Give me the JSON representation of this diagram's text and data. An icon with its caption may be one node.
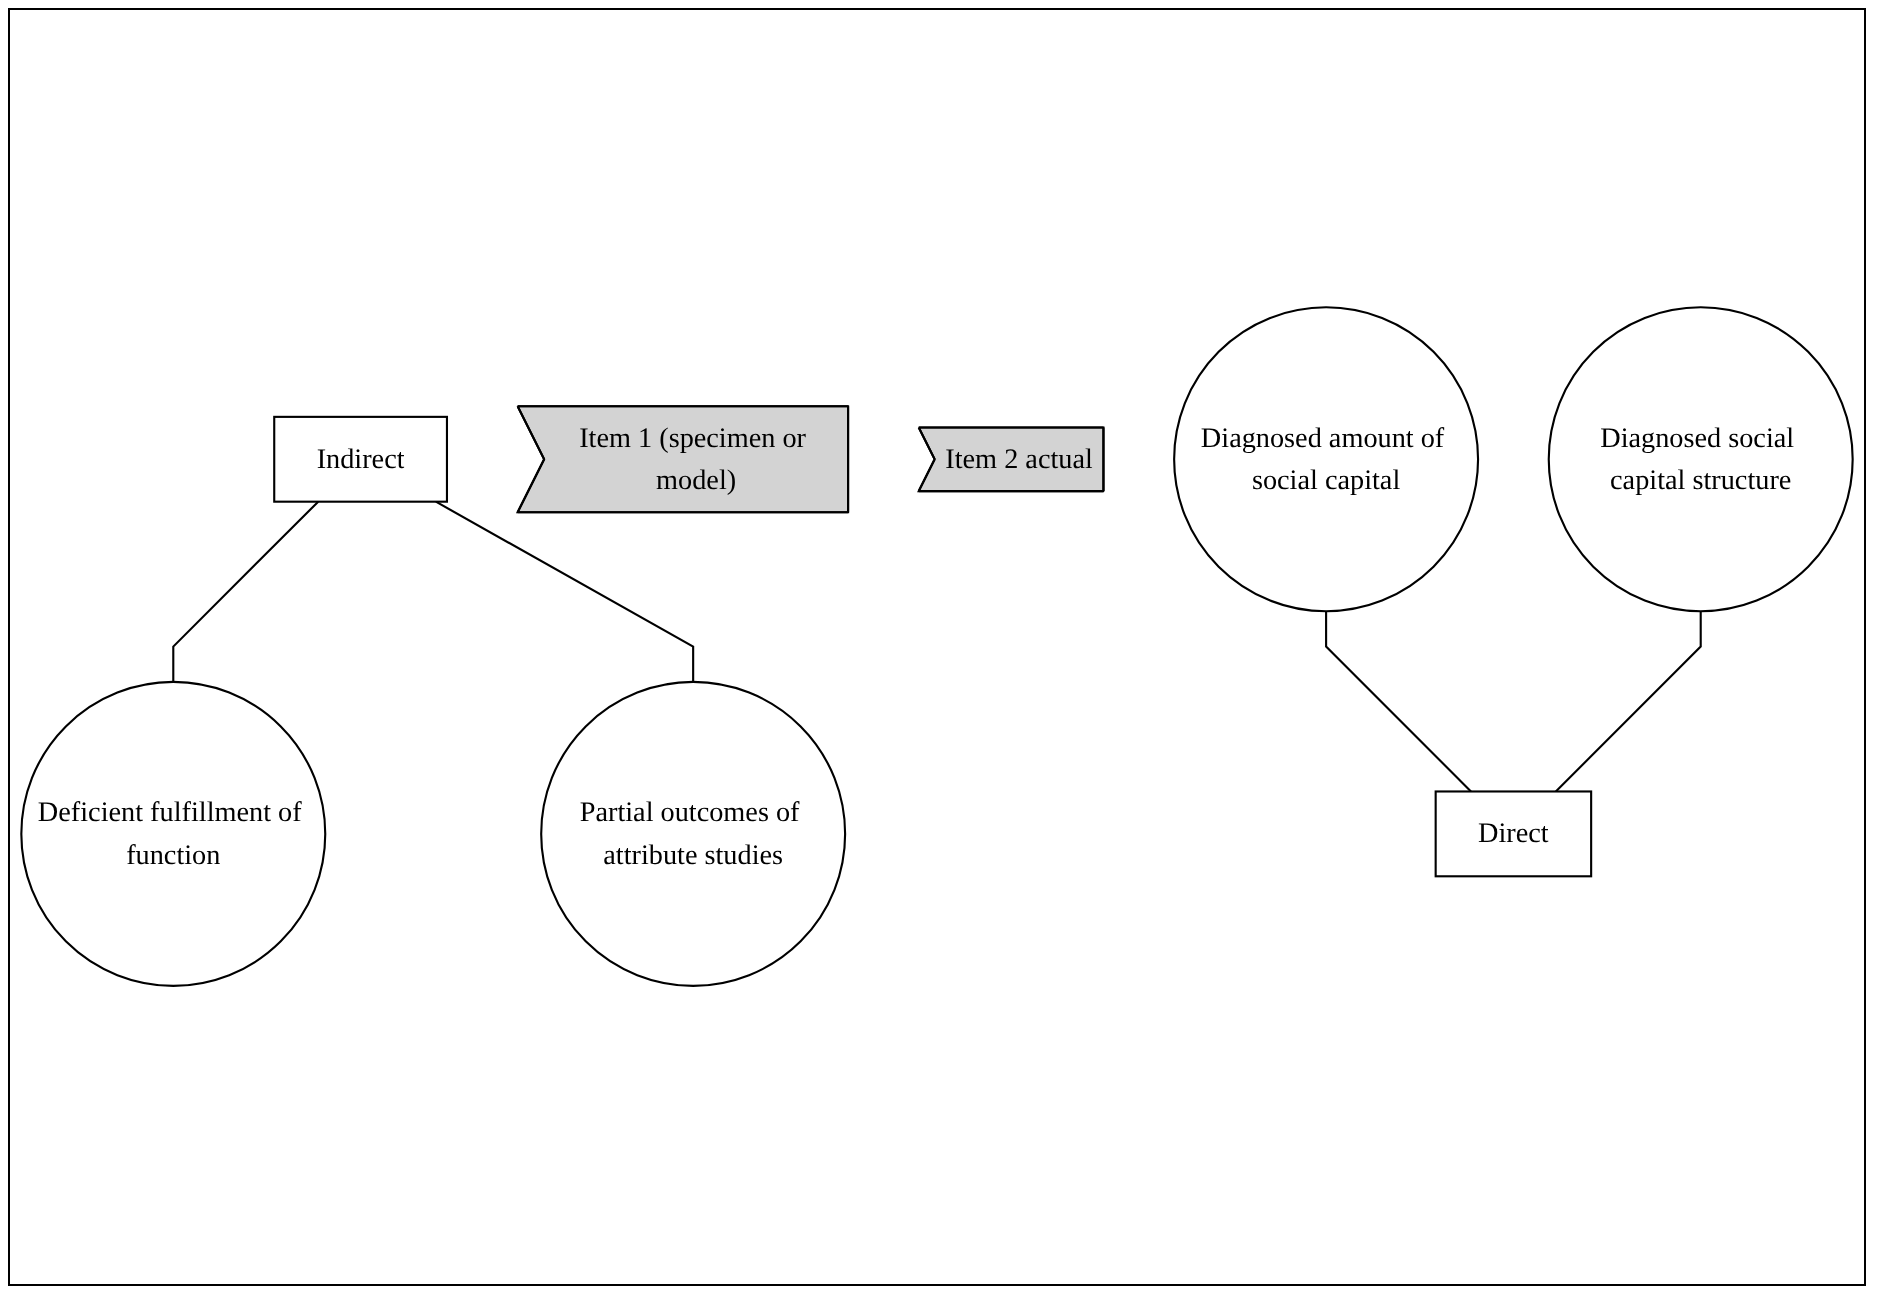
{
  "diagram": {
    "nodes": [
      {
        "text": [
          "Indirect"
        ]
      },
      {
        "text": [
          "Deficient fulfillment of function"
        ]
      },
      {
        "text": [
          "Partial outcomes of attribute studies"
        ]
      },
      {
        "text": [
          "Item 1 (specimen or model)"
        ]
      },
      {
        "text": [
          "Item 2 actual"
        ]
      },
      {
        "text": [
          "Diagnosed amount of social capital"
        ]
      },
      {
        "text": [
          "Diagnosed social capital structure"
        ]
      },
      {
        "text": [
          "Direct"
        ]
      }
    ],
    "edges": [
      {
        "from": 0,
        "to": 1,
        "arrow": "none"
      },
      {
        "from": 0,
        "to": 2,
        "arrow": "none"
      },
      {
        "from": 5,
        "to": 7,
        "arrow": "none"
      },
      {
        "from": 6,
        "to": 7,
        "arrow": "none"
      }
    ]
  }
}
